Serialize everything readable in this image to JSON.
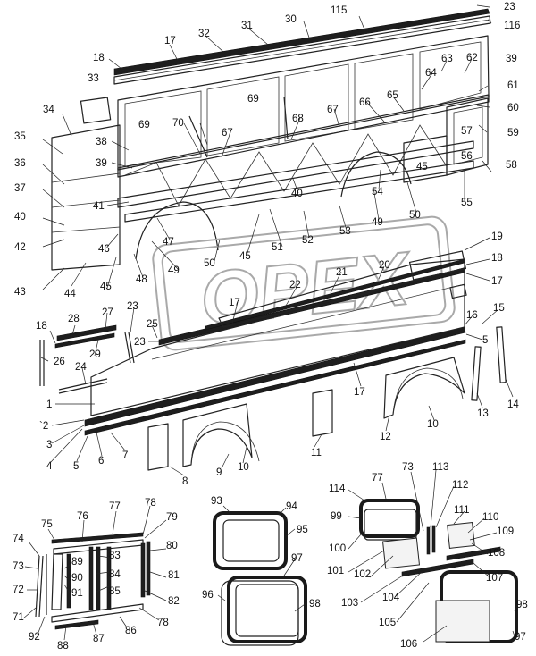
{
  "watermark": {
    "text": "OPEX",
    "color": "#a9a9a9"
  },
  "colors": {
    "line": "#222222",
    "label": "#111111",
    "background": "#ffffff"
  },
  "groups": [
    "upper-side-frame",
    "outer-skin-panels",
    "front-door-frame",
    "fixed-window-assembly",
    "sliding-window-assembly"
  ],
  "callouts": [
    {
      "id": "c-23a",
      "text": "23"
    },
    {
      "id": "c-30",
      "text": "30"
    },
    {
      "id": "c-115",
      "text": "115"
    },
    {
      "id": "c-116",
      "text": "116"
    },
    {
      "id": "c-31",
      "text": "31"
    },
    {
      "id": "c-32",
      "text": "32"
    },
    {
      "id": "c-17a",
      "text": "17"
    },
    {
      "id": "c-18a",
      "text": "18"
    },
    {
      "id": "c-33",
      "text": "33"
    },
    {
      "id": "c-34",
      "text": "34"
    },
    {
      "id": "c-69a",
      "text": "69"
    },
    {
      "id": "c-69b",
      "text": "69"
    },
    {
      "id": "c-70",
      "text": "70"
    },
    {
      "id": "c-63",
      "text": "63"
    },
    {
      "id": "c-62",
      "text": "62"
    },
    {
      "id": "c-39a",
      "text": "39"
    },
    {
      "id": "c-64",
      "text": "64"
    },
    {
      "id": "c-61",
      "text": "61"
    },
    {
      "id": "c-65",
      "text": "65"
    },
    {
      "id": "c-66",
      "text": "66"
    },
    {
      "id": "c-67a",
      "text": "67"
    },
    {
      "id": "c-68",
      "text": "68"
    },
    {
      "id": "c-67b",
      "text": "67"
    },
    {
      "id": "c-60",
      "text": "60"
    },
    {
      "id": "c-59",
      "text": "59"
    },
    {
      "id": "c-57",
      "text": "57"
    },
    {
      "id": "c-35",
      "text": "35"
    },
    {
      "id": "c-38",
      "text": "38"
    },
    {
      "id": "c-36",
      "text": "36"
    },
    {
      "id": "c-39b",
      "text": "39"
    },
    {
      "id": "c-45a",
      "text": "45"
    },
    {
      "id": "c-56",
      "text": "56"
    },
    {
      "id": "c-58",
      "text": "58"
    },
    {
      "id": "c-37",
      "text": "37"
    },
    {
      "id": "c-41",
      "text": "41"
    },
    {
      "id": "c-40a",
      "text": "40"
    },
    {
      "id": "c-54",
      "text": "54"
    },
    {
      "id": "c-55",
      "text": "55"
    },
    {
      "id": "c-40b",
      "text": "40"
    },
    {
      "id": "c-49a",
      "text": "49"
    },
    {
      "id": "c-50a",
      "text": "50"
    },
    {
      "id": "c-42",
      "text": "42"
    },
    {
      "id": "c-46",
      "text": "46"
    },
    {
      "id": "c-47",
      "text": "47"
    },
    {
      "id": "c-50b",
      "text": "50"
    },
    {
      "id": "c-45b",
      "text": "45"
    },
    {
      "id": "c-51",
      "text": "51"
    },
    {
      "id": "c-52",
      "text": "52"
    },
    {
      "id": "c-53",
      "text": "53"
    },
    {
      "id": "c-19",
      "text": "19"
    },
    {
      "id": "c-43",
      "text": "43"
    },
    {
      "id": "c-44",
      "text": "44"
    },
    {
      "id": "c-45c",
      "text": "45"
    },
    {
      "id": "c-48",
      "text": "48"
    },
    {
      "id": "c-49b",
      "text": "49"
    },
    {
      "id": "c-20",
      "text": "20"
    },
    {
      "id": "c-18b",
      "text": "18"
    },
    {
      "id": "c-21",
      "text": "21"
    },
    {
      "id": "c-17b",
      "text": "17"
    },
    {
      "id": "c-22",
      "text": "22"
    },
    {
      "id": "c-17c",
      "text": "17"
    },
    {
      "id": "c-23b",
      "text": "23"
    },
    {
      "id": "c-28",
      "text": "28"
    },
    {
      "id": "c-27",
      "text": "27"
    },
    {
      "id": "c-16",
      "text": "16"
    },
    {
      "id": "c-15",
      "text": "15"
    },
    {
      "id": "c-18c",
      "text": "18"
    },
    {
      "id": "c-25",
      "text": "25"
    },
    {
      "id": "c-23c",
      "text": "23"
    },
    {
      "id": "c-5a",
      "text": "5"
    },
    {
      "id": "c-29",
      "text": "29"
    },
    {
      "id": "c-26",
      "text": "26"
    },
    {
      "id": "c-24",
      "text": "24"
    },
    {
      "id": "c-17d",
      "text": "17"
    },
    {
      "id": "c-1",
      "text": "1"
    },
    {
      "id": "c-13",
      "text": "13"
    },
    {
      "id": "c-14",
      "text": "14"
    },
    {
      "id": "c-10a",
      "text": "10"
    },
    {
      "id": "c-12",
      "text": "12"
    },
    {
      "id": "c-2",
      "text": "`2"
    },
    {
      "id": "c-3",
      "text": "3"
    },
    {
      "id": "c-11",
      "text": "11"
    },
    {
      "id": "c-4",
      "text": "4"
    },
    {
      "id": "c-5b",
      "text": "5"
    },
    {
      "id": "c-6",
      "text": "6"
    },
    {
      "id": "c-7",
      "text": "7"
    },
    {
      "id": "c-9",
      "text": "9"
    },
    {
      "id": "c-10b",
      "text": "10"
    },
    {
      "id": "c-8",
      "text": "8"
    },
    {
      "id": "c-77a",
      "text": "77"
    },
    {
      "id": "c-78a",
      "text": "78"
    },
    {
      "id": "c-75",
      "text": "75"
    },
    {
      "id": "c-76",
      "text": "76"
    },
    {
      "id": "c-79",
      "text": "79"
    },
    {
      "id": "c-74",
      "text": "74"
    },
    {
      "id": "c-80",
      "text": "80"
    },
    {
      "id": "c-73a",
      "text": "73"
    },
    {
      "id": "c-89",
      "text": "89"
    },
    {
      "id": "c-83",
      "text": "83"
    },
    {
      "id": "c-90",
      "text": "90"
    },
    {
      "id": "c-84",
      "text": "84"
    },
    {
      "id": "c-81",
      "text": "81"
    },
    {
      "id": "c-72",
      "text": "72"
    },
    {
      "id": "c-91",
      "text": "91"
    },
    {
      "id": "c-85",
      "text": "85"
    },
    {
      "id": "c-82",
      "text": "82"
    },
    {
      "id": "c-71",
      "text": "71"
    },
    {
      "id": "c-78b",
      "text": "78"
    },
    {
      "id": "c-92",
      "text": "92"
    },
    {
      "id": "c-88",
      "text": "88"
    },
    {
      "id": "c-87",
      "text": "87"
    },
    {
      "id": "c-86",
      "text": "86"
    },
    {
      "id": "c-93",
      "text": "93"
    },
    {
      "id": "c-94",
      "text": "94"
    },
    {
      "id": "c-95",
      "text": "95"
    },
    {
      "id": "c-97a",
      "text": "97"
    },
    {
      "id": "c-96",
      "text": "96"
    },
    {
      "id": "c-98a",
      "text": "98"
    },
    {
      "id": "c-114",
      "text": "114"
    },
    {
      "id": "c-77b",
      "text": "77"
    },
    {
      "id": "c-73b",
      "text": "73"
    },
    {
      "id": "c-113",
      "text": "113"
    },
    {
      "id": "c-112",
      "text": "112"
    },
    {
      "id": "c-99",
      "text": "99"
    },
    {
      "id": "c-111",
      "text": "111"
    },
    {
      "id": "c-110",
      "text": "110"
    },
    {
      "id": "c-109",
      "text": "109"
    },
    {
      "id": "c-100",
      "text": "100"
    },
    {
      "id": "c-108",
      "text": "108"
    },
    {
      "id": "c-101",
      "text": "101"
    },
    {
      "id": "c-102",
      "text": "102"
    },
    {
      "id": "c-107",
      "text": "107"
    },
    {
      "id": "c-103",
      "text": "103"
    },
    {
      "id": "c-104",
      "text": "104"
    },
    {
      "id": "c-98b",
      "text": "98"
    },
    {
      "id": "c-105",
      "text": "105"
    },
    {
      "id": "c-106",
      "text": "106"
    },
    {
      "id": "c-97b",
      "text": "97"
    }
  ]
}
